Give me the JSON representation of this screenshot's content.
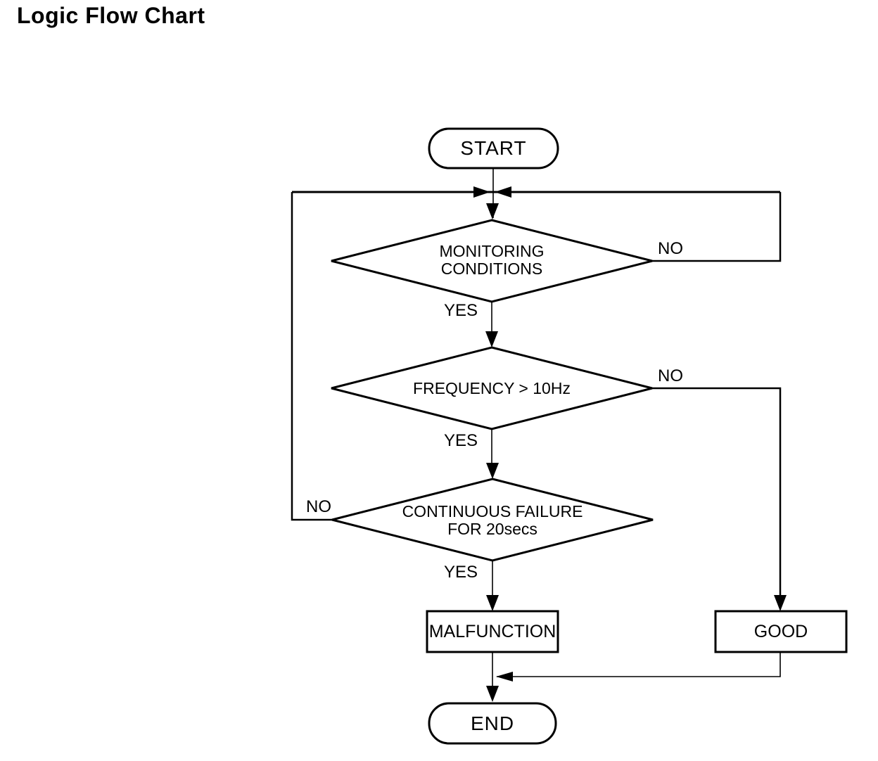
{
  "title": "Logic Flow Chart",
  "flowchart": {
    "nodes": {
      "start": {
        "label": "START"
      },
      "monitoring_conditions": {
        "line1": "MONITORING",
        "line2": "CONDITIONS"
      },
      "frequency": {
        "label": "FREQUENCY > 10Hz"
      },
      "continuous_failure": {
        "line1": "CONTINUOUS FAILURE",
        "line2": "FOR 20secs"
      },
      "malfunction": {
        "label": "MALFUNCTION"
      },
      "good": {
        "label": "GOOD"
      },
      "end": {
        "label": "END"
      }
    },
    "edge_labels": {
      "monitoring_yes": "YES",
      "monitoring_no": "NO",
      "frequency_yes": "YES",
      "frequency_no": "NO",
      "continuous_yes": "YES",
      "continuous_no": "NO"
    },
    "colors": {
      "line": "#000000",
      "background": "#ffffff",
      "text": "#000000"
    }
  }
}
